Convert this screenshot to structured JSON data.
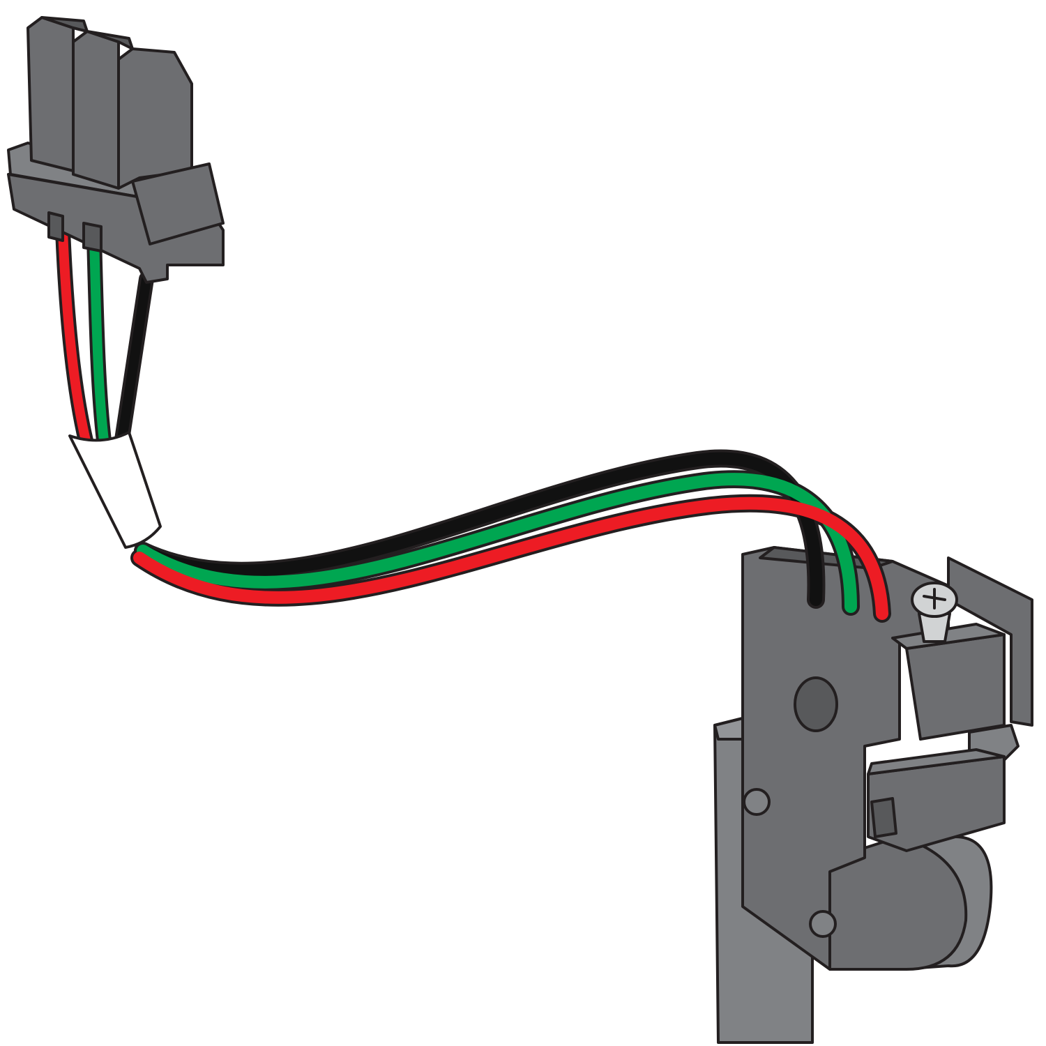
{
  "illustration": {
    "subject": "wired-connector-module",
    "colors": {
      "background": "#ffffff",
      "housing_dark": "#6d6e71",
      "housing_light": "#808285",
      "housing_shadow": "#58595b",
      "outline": "#231f20",
      "wire_red": "#ed1c24",
      "wire_green": "#00a651",
      "wire_black": "#111111",
      "sleeve": "#ffffff",
      "screw": "#d1d3d4"
    },
    "wires": [
      "red",
      "green",
      "black"
    ]
  }
}
